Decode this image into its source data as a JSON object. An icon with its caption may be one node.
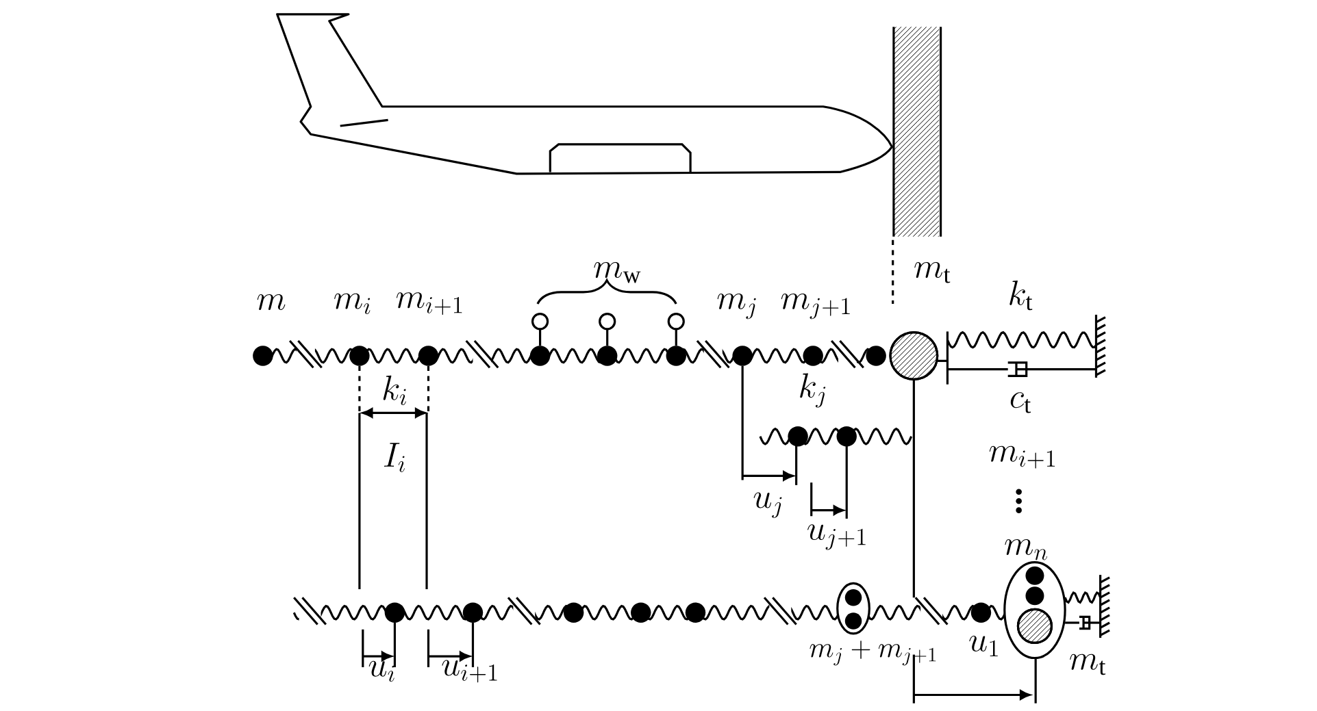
{
  "diagram": {
    "labels": [
      "m_{\\mathrm{w}}",
      "m_{\\mathrm{t}}",
      "m",
      "m_i",
      "m_{i+1}",
      "m_j",
      "m_{j+1}",
      "k_{\\mathrm{t}}",
      "k_i",
      "k_j",
      "c_{\\mathrm{t}}",
      "I_i",
      "m_{i+1}",
      "u_j",
      "u_{j+1}",
      "m_n",
      "m_j+m_{j+1}",
      "u_i",
      "u_{i+1}",
      "u_1",
      "m_{\\mathrm{t}}"
    ]
  }
}
